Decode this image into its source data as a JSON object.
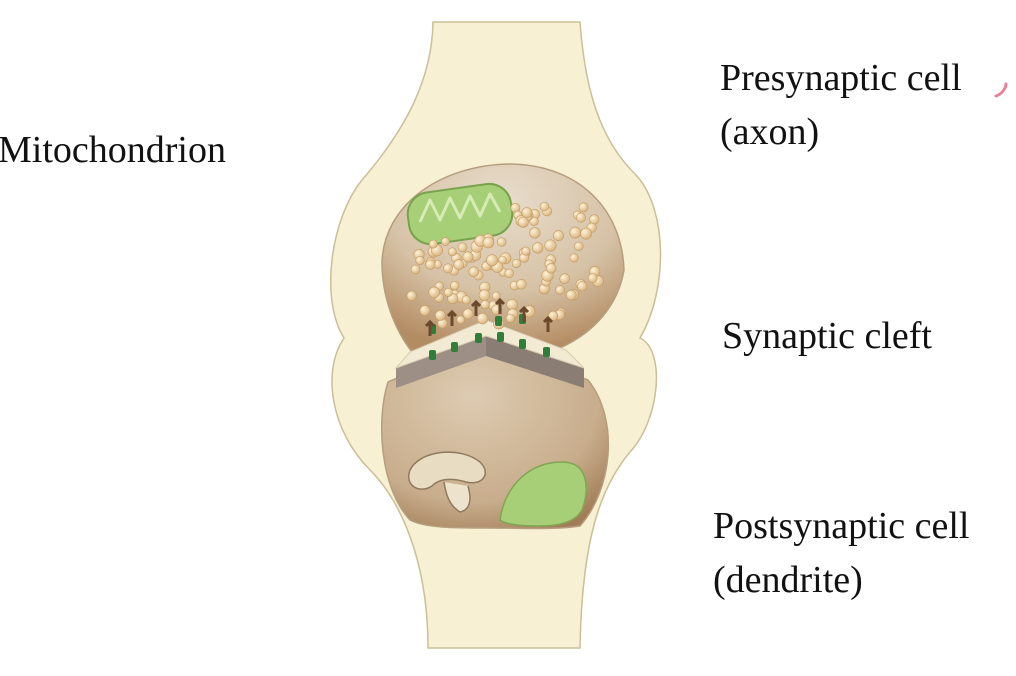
{
  "labels": {
    "mitochondrion": "Mitochondrion",
    "presynaptic_line1": "Presynaptic cell",
    "presynaptic_line2": "(axon)",
    "synaptic_cleft": "Synaptic cleft",
    "postsynaptic_line1": "Postsynaptic cell",
    "postsynaptic_line2": "(dendrite)"
  },
  "colors": {
    "cell_membrane": "#f7f0d2",
    "cell_outline": "#c9bf98",
    "cytoplasm": "#ceb79a",
    "vesicle": "#ecd3a4",
    "mitochondrion": "#9cc86e",
    "receptor": "#2f7f3a",
    "cleft_wall": "#9d8f85",
    "label_pointer": "#e8829a"
  }
}
